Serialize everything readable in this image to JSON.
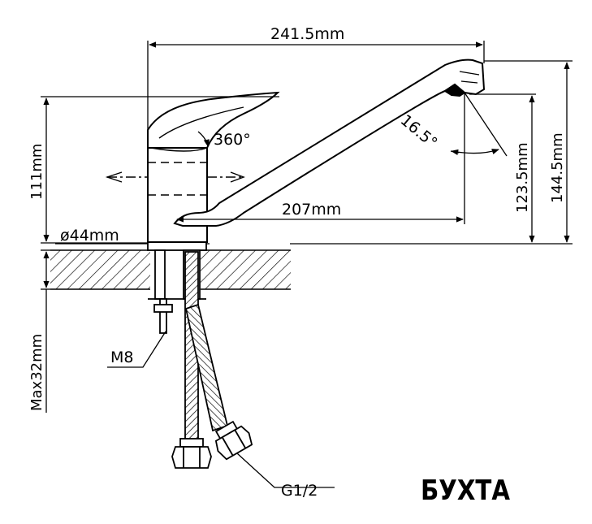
{
  "drawing": {
    "width_label": "241.5mm",
    "total_height_label": "144.5mm",
    "outlet_height_label": "123.5mm",
    "body_height_label": "111mm",
    "spout_reach_label": "207mm",
    "spout_angle_label": "16.5°",
    "rotation_label": "360°",
    "base_diameter_label": "ø44mm",
    "mount_thickness_label": "Max32mm",
    "stud_label": "M8",
    "connector_label": "G1/2"
  },
  "brand": {
    "logo_text": "БУХТА",
    "color": "#d41c1c"
  },
  "colors": {
    "line": "#000000",
    "hatch": "#000000",
    "background": "#ffffff"
  }
}
